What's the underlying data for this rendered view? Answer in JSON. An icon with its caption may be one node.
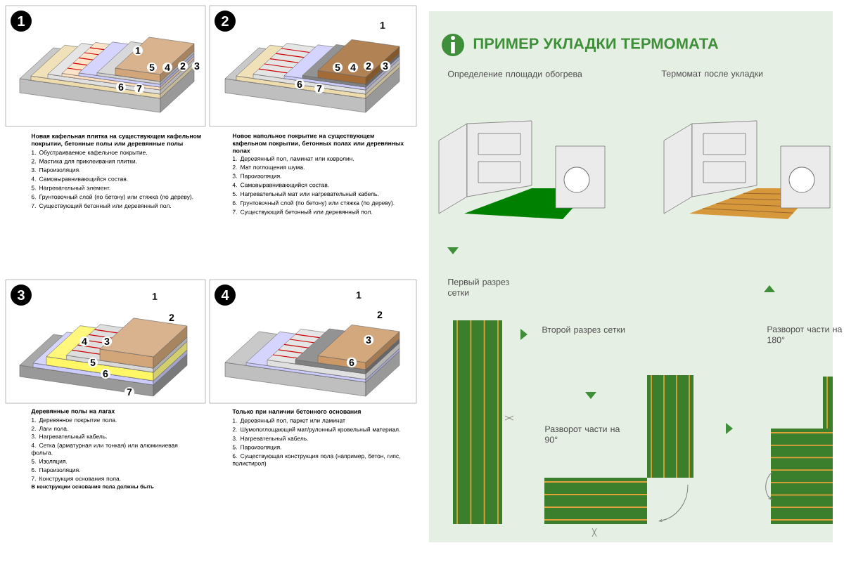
{
  "diagram": {
    "title": "ПРИМЕР УКЛАДКИ ТЕРМОМАТА",
    "labels": [
      "1",
      "1",
      "2",
      "3",
      "4",
      "5",
      "6",
      "7",
      "2",
      "1",
      "2",
      "3",
      "4",
      "5",
      "6",
      "7",
      "Новая кафельная плитка на существующем кафельном покрытии, бетонные полы или деревянные полы",
      "1. Обустраиваемое кафельное покрытие.",
      "2. Мастика для приклеивания плитки.",
      "3. Пароизоляция.",
      "4. Самовыравнивающийся состав.",
      "5. Нагревательный элемент.",
      "6. Грунтовочный слой (по бетону) или стяжка (по дереву).",
      "7. Существующий бетонный или деревянный пол.",
      "Новое напольное покрытие на существующем кафельном покрытии, бетонных полах или деревянных полах",
      "1. Деревянный пол, ламинат или ковролин.",
      "2. Мат поглощения шума.",
      "3. Пароизоляция.",
      "4. Самовыравнивающийся состав.",
      "5. Нагревательный мат или нагревательный кабель.",
      "6. Грунтовочный слой (по бетону) или стяжка (по дереву).",
      "7. Существующий бетонный или деревянный пол.",
      "3",
      "1",
      "2",
      "3",
      "4",
      "5",
      "6",
      "7",
      "4",
      "1",
      "2",
      "3",
      "6",
      "Деревянные полы на лагах",
      "1. Деревянное покрытие пола.",
      "2. Лаги пола.",
      "3. Нагревательный кабель.",
      "4. Сетка (арматурная или тонкая) или алюминиевая фольга.",
      "5. Изоляция.",
      "6. Пароизоляция.",
      "7. Конструкция основания пола.",
      "В конструкции основания пола должны быть",
      "Только при наличии бетонного основания",
      "1. Деревянный пол, паркет или ламинат",
      "2. Шумопоглощающий мат/рулонный кровельный материал.",
      "3. Нагревательный кабель.",
      "5. Пароизоляция.",
      "6. Существующая конструкция пола (например, бетон, гипс, полистирол)",
      "Определение площади обогрева",
      "Термомат после укладки",
      "Первый разрез сетки",
      "Второй разрез сетки",
      "Разворот части на 180°",
      "Разворот части на 90°"
    ]
  }
}
